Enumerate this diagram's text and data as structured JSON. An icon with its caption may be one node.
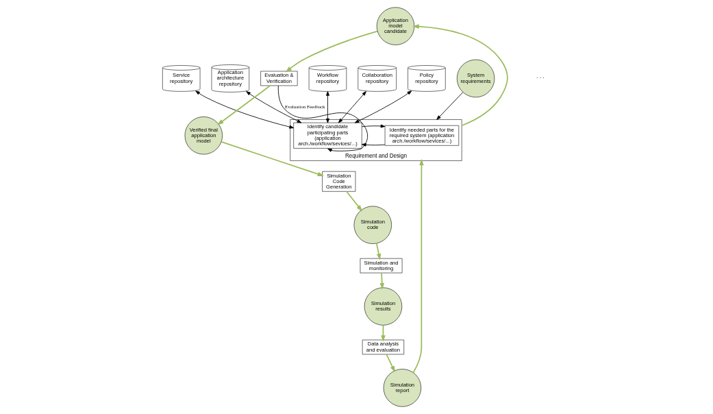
{
  "diagram": {
    "nodes": [
      {
        "text": [
          "System requirements"
        ]
      },
      {
        "text": [
          "Application architecture repository"
        ]
      },
      {
        "text": [
          "Workflow repository"
        ]
      },
      {
        "text": [
          "Service repository"
        ]
      },
      {
        "text": [
          "Collaboration repository"
        ]
      },
      {
        "text": [
          "Policy repository"
        ]
      },
      {
        "text": [
          "Requirement and Design"
        ]
      },
      {
        "text": [
          "Identify needed parts for the required system (application arch./workflow/sevices/...)"
        ],
        "in": 6
      },
      {
        "text": [
          "Identify candidate participating parts (application arch./workflow/sevices/...)"
        ],
        "in": 6
      },
      {
        "text": [
          "Application model candidate"
        ]
      },
      {
        "text": [
          "Evaluation & Verification"
        ]
      },
      {
        "text": [
          "Verified final application model"
        ]
      },
      {
        "text": [
          "Simulation Code Generation"
        ]
      },
      {
        "text": [
          "Simulation code"
        ]
      },
      {
        "text": [
          "Simulation and monitoring"
        ]
      },
      {
        "text": [
          "Simulation results"
        ]
      },
      {
        "text": [
          "Data analysis and evaluation"
        ]
      },
      {
        "text": [
          "Simulation report"
        ]
      }
    ],
    "edges": [
      {
        "from": 0,
        "to": 6,
        "arrow": "to",
        "color": "#000000"
      },
      {
        "from": 1,
        "to": 8,
        "arrow": "both",
        "color": "#000000"
      },
      {
        "from": 2,
        "to": 8,
        "arrow": "both",
        "color": "#000000"
      },
      {
        "from": 3,
        "to": 8,
        "arrow": "both",
        "color": "#000000"
      },
      {
        "from": 4,
        "to": 8,
        "arrow": "both",
        "color": "#000000"
      },
      {
        "from": 5,
        "to": 8,
        "arrow": "both",
        "color": "#000000"
      },
      {
        "from": 7,
        "to": 8,
        "arrow": "to",
        "color": "#000000"
      },
      {
        "from": 8,
        "to": 7,
        "arrow": "to",
        "color": "#000000"
      },
      {
        "from": 6,
        "to": 9,
        "arrow": "to"
      },
      {
        "from": 9,
        "to": 10,
        "arrow": "to"
      },
      {
        "from": 10,
        "to": 8,
        "arrow": "to",
        "label": "Evaluation Feedback",
        "color": "#000000"
      },
      {
        "from": 10,
        "to": 11,
        "arrow": "to"
      },
      {
        "from": 11,
        "to": 12,
        "arrow": "to"
      },
      {
        "from": 12,
        "to": 13,
        "arrow": "to"
      },
      {
        "from": 13,
        "to": 14,
        "arrow": "to"
      },
      {
        "from": 14,
        "to": 15,
        "arrow": "to"
      },
      {
        "from": 15,
        "to": 16,
        "arrow": "to"
      },
      {
        "from": 16,
        "to": 17,
        "arrow": "to"
      },
      {
        "from": 17,
        "to": 6,
        "arrow": "to"
      }
    ],
    "labels": [
      "· · ·"
    ]
  }
}
